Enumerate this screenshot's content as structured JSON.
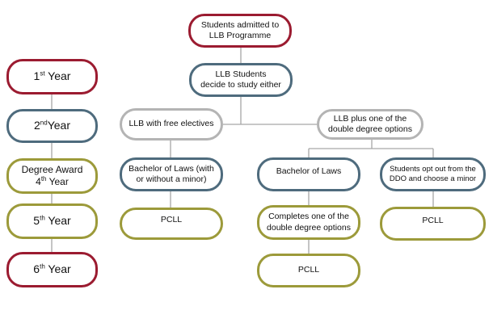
{
  "colors": {
    "red": "#9b1b30",
    "blue": "#4e6b7d",
    "gray": "#b4b4b4",
    "olive": "#9c9a3a",
    "line": "#a6a6a6"
  },
  "years": [
    {
      "base": "1",
      "sup": "st",
      "rest": " Year"
    },
    {
      "base": "2",
      "sup": "nd",
      "rest": "Year"
    },
    {
      "line1": "Degree Award",
      "base": "4",
      "sup": "th",
      "rest": " Year"
    },
    {
      "base": "5",
      "sup": "th",
      "rest": " Year"
    },
    {
      "base": "6",
      "sup": "th",
      "rest": " Year"
    }
  ],
  "flow": {
    "admitted": {
      "line1": "Students admitted to",
      "line2": "LLB Programme"
    },
    "decide": {
      "line1": "LLB Students",
      "line2": "decide to study either"
    },
    "free_electives": {
      "line1": "LLB with free electives"
    },
    "plus_ddo": {
      "line1": "LLB plus one of the",
      "line2": "double degree options"
    },
    "bachelor_minor": {
      "line1": "Bachelor of Laws (with",
      "line2": "or without a minor)"
    },
    "bachelor": {
      "line1": "Bachelor of Laws"
    },
    "opt_out": {
      "line1": "Students opt out from the",
      "line2": "DDO and choose a minor"
    },
    "pcll": "PCLL",
    "completes": {
      "line1": "Completes one of the",
      "line2": "double degree options"
    }
  }
}
